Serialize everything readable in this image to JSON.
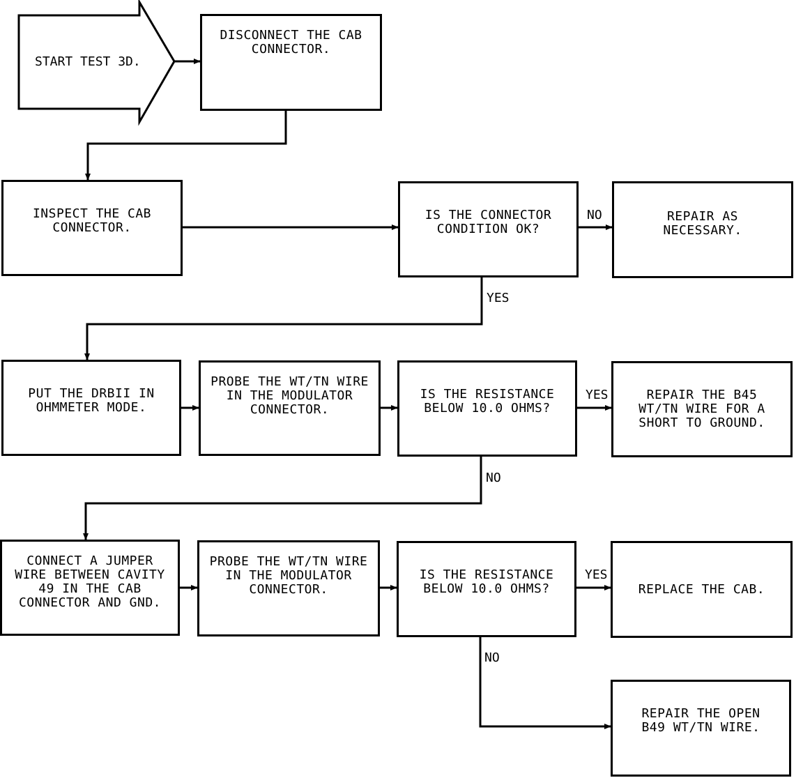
{
  "flowchart": {
    "start": "START TEST 3D.",
    "steps": {
      "disconnect": "DISCONNECT THE CAB\nCONNECTOR.",
      "inspect": "INSPECT THE CAB\nCONNECTOR.",
      "q_condition": "IS THE CONNECTOR\nCONDITION OK?",
      "repair_necessary": "REPAIR AS\nNECESSARY.",
      "put_drbii": "PUT THE DRBII IN\nOHMMETER MODE.",
      "probe1": "PROBE THE WT/TN WIRE\nIN THE MODULATOR\nCONNECTOR.",
      "q_resistance1": "IS THE RESISTANCE\nBELOW 10.0 OHMS?",
      "repair_b45": "REPAIR THE B45\nWT/TN WIRE FOR A\nSHORT TO GROUND.",
      "connect_jumper": "CONNECT A JUMPER\nWIRE BETWEEN CAVITY\n49 IN THE CAB\nCONNECTOR AND GND.",
      "probe2": "PROBE THE WT/TN WIRE\nIN THE MODULATOR\nCONNECTOR.",
      "q_resistance2": "IS THE RESISTANCE\nBELOW 10.0 OHMS?",
      "replace_cab": "REPLACE THE CAB.",
      "repair_open": "REPAIR THE OPEN\nB49 WT/TN WIRE."
    },
    "labels": {
      "no_1": "NO",
      "yes_1": "YES",
      "yes_2": "YES",
      "no_2": "NO",
      "yes_3": "YES",
      "no_3": "NO"
    }
  }
}
